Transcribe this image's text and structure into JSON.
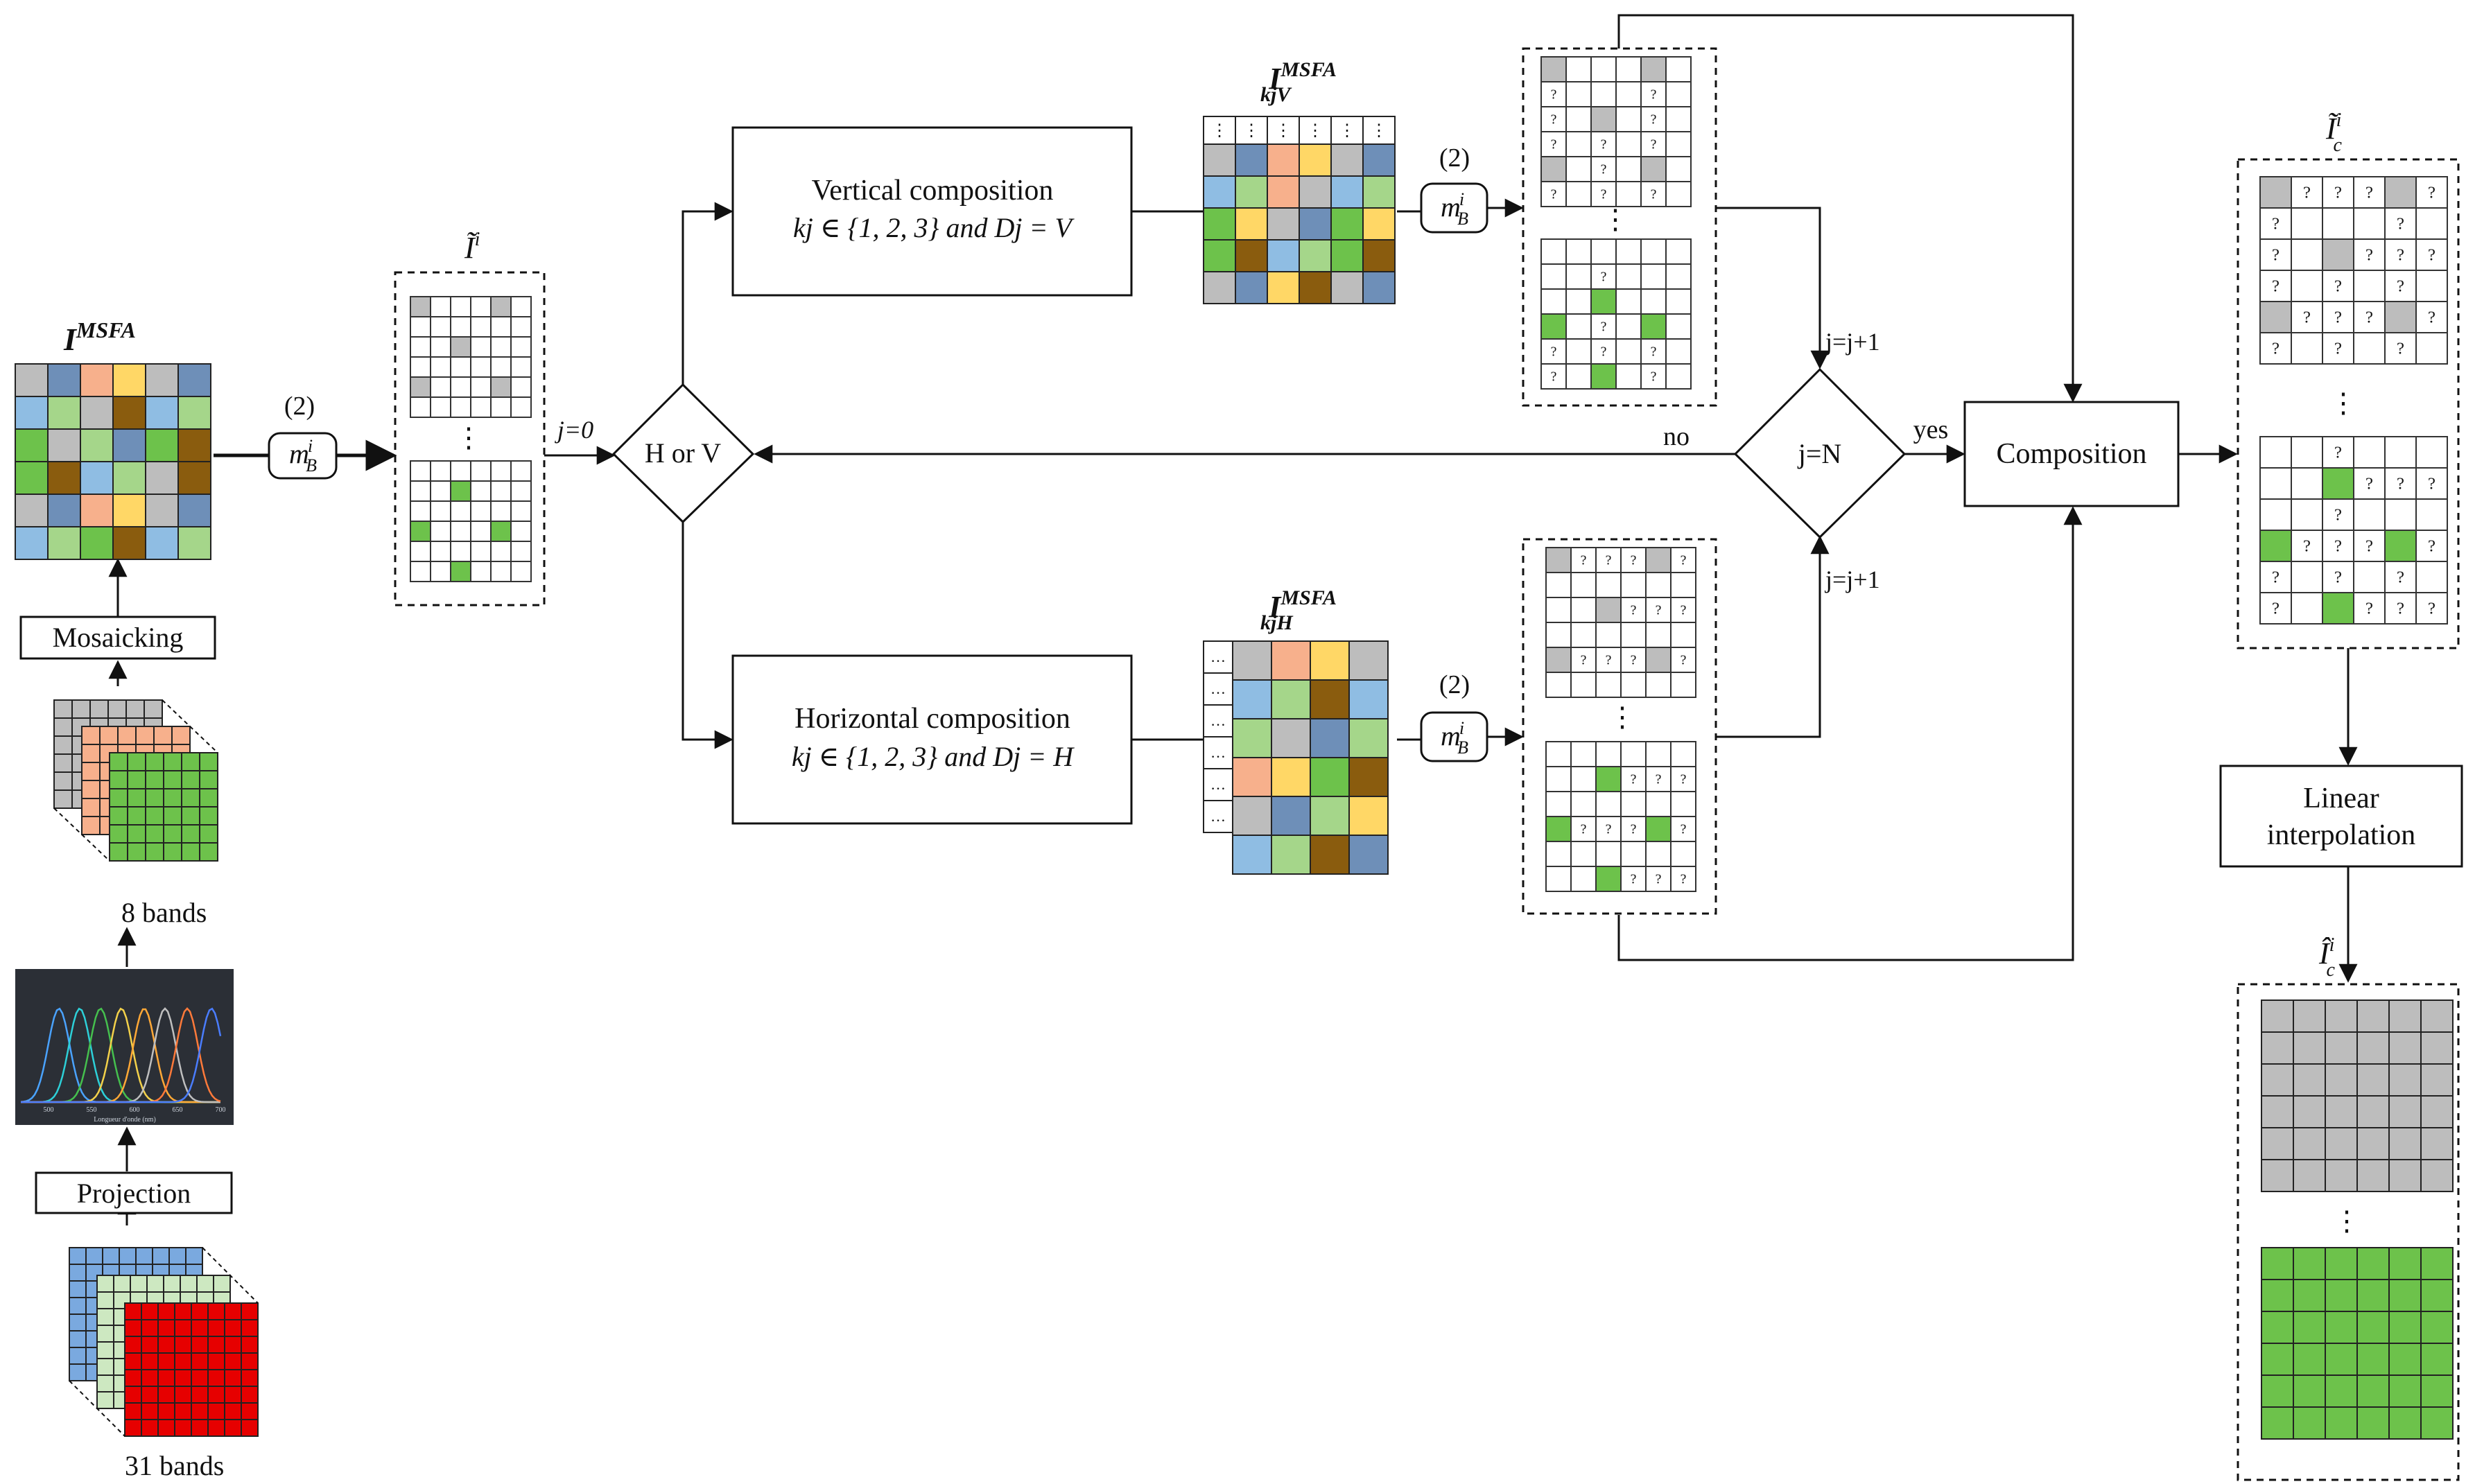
{
  "labels": {
    "i_msfa_base": "I",
    "i_msfa_sup": "MSFA",
    "i_tilde_base": "Ĩ",
    "i_tilde_sup": "i",
    "ikjv_base": "I",
    "ikjv_sup": "MSFA",
    "ikjv_sub": "kjV",
    "ikjh_base": "I",
    "ikjh_sup": "MSFA",
    "ikjh_sub": "kjH",
    "ic_tilde_base": "Ĩ",
    "ic_tilde_sub": "c",
    "ic_tilde_sup": "i",
    "ic_hat_base": "Î",
    "ic_hat_sub": "c",
    "ic_hat_sup": "i",
    "mask_eq": "(2)",
    "mask_base": "m",
    "mask_sub": "B",
    "mask_sup": "i",
    "j0": "j=0",
    "no": "no",
    "yes": "yes",
    "jplus1": "j=j+1",
    "bands8": "8 bands",
    "bands31": "31 bands",
    "dots_v": "⋮",
    "dots_h": "…",
    "q": "?",
    "spec_xlabel": "Longueur d'onde (nm)",
    "spec_ticks": [
      "500",
      "550",
      "600",
      "650",
      "700"
    ]
  },
  "boxes": {
    "mosaicking": "Mosaicking",
    "projection": "Projection",
    "vertical_title": "Vertical composition",
    "vertical_formula": "kj ∈ {1, 2, 3} and Dj = V",
    "horizontal_title": "Horizontal composition",
    "horizontal_formula": "kj ∈ {1, 2, 3} and Dj = H",
    "h_or_v": "H or V",
    "j_eq_n": "j=N",
    "composition": "Composition",
    "linear_1": "Linear",
    "linear_2": "interpolation"
  },
  "colors": {
    "gray": "#bdbdbd",
    "blue": "#8fbde3",
    "orange": "#f7b08c",
    "yellow": "#ffd766",
    "green": "#6dc24b",
    "brown": "#8a5c0e",
    "steel": "#6e8fb8",
    "lightgreen": "#a5d68a",
    "red": "#e60000",
    "paleorange": "#f7b08c",
    "palegreen": "#cde8c1",
    "paleblue": "#7aa9df"
  },
  "patterns": {
    "msfa_main": [
      [
        "gray",
        "steel",
        "orange",
        "yellow",
        "gray",
        "steel"
      ],
      [
        "blue",
        "lightgreen",
        "gray",
        "brown",
        "blue",
        "lightgreen"
      ],
      [
        "green",
        "gray",
        "lightgreen",
        "steel",
        "green",
        "brown"
      ],
      [
        "green",
        "brown",
        "blue",
        "lightgreen",
        "gray",
        "brown"
      ],
      [
        "gray",
        "steel",
        "orange",
        "yellow",
        "gray",
        "steel"
      ],
      [
        "blue",
        "lightgreen",
        "green",
        "brown",
        "blue",
        "lightgreen"
      ]
    ],
    "msfa_v": [
      [
        "gray",
        "steel",
        "orange",
        "yellow",
        "gray",
        "steel"
      ],
      [
        "blue",
        "lightgreen",
        "orange",
        "gray",
        "blue",
        "lightgreen"
      ],
      [
        "green",
        "yellow",
        "gray",
        "steel",
        "green",
        "yellow"
      ],
      [
        "green",
        "brown",
        "blue",
        "lightgreen",
        "green",
        "brown"
      ],
      [
        "gray",
        "steel",
        "yellow",
        "brown",
        "gray",
        "steel"
      ]
    ],
    "msfa_h": [
      [
        "gray",
        "orange",
        "yellow",
        "gray"
      ],
      [
        "blue",
        "lightgreen",
        "brown",
        "blue"
      ],
      [
        "lightgreen",
        "gray",
        "steel",
        "lightgreen"
      ],
      [
        "orange",
        "yellow",
        "green",
        "brown"
      ],
      [
        "gray",
        "steel",
        "lightgreen",
        "yellow"
      ],
      [
        "blue",
        "lightgreen",
        "brown",
        "steel"
      ]
    ]
  }
}
